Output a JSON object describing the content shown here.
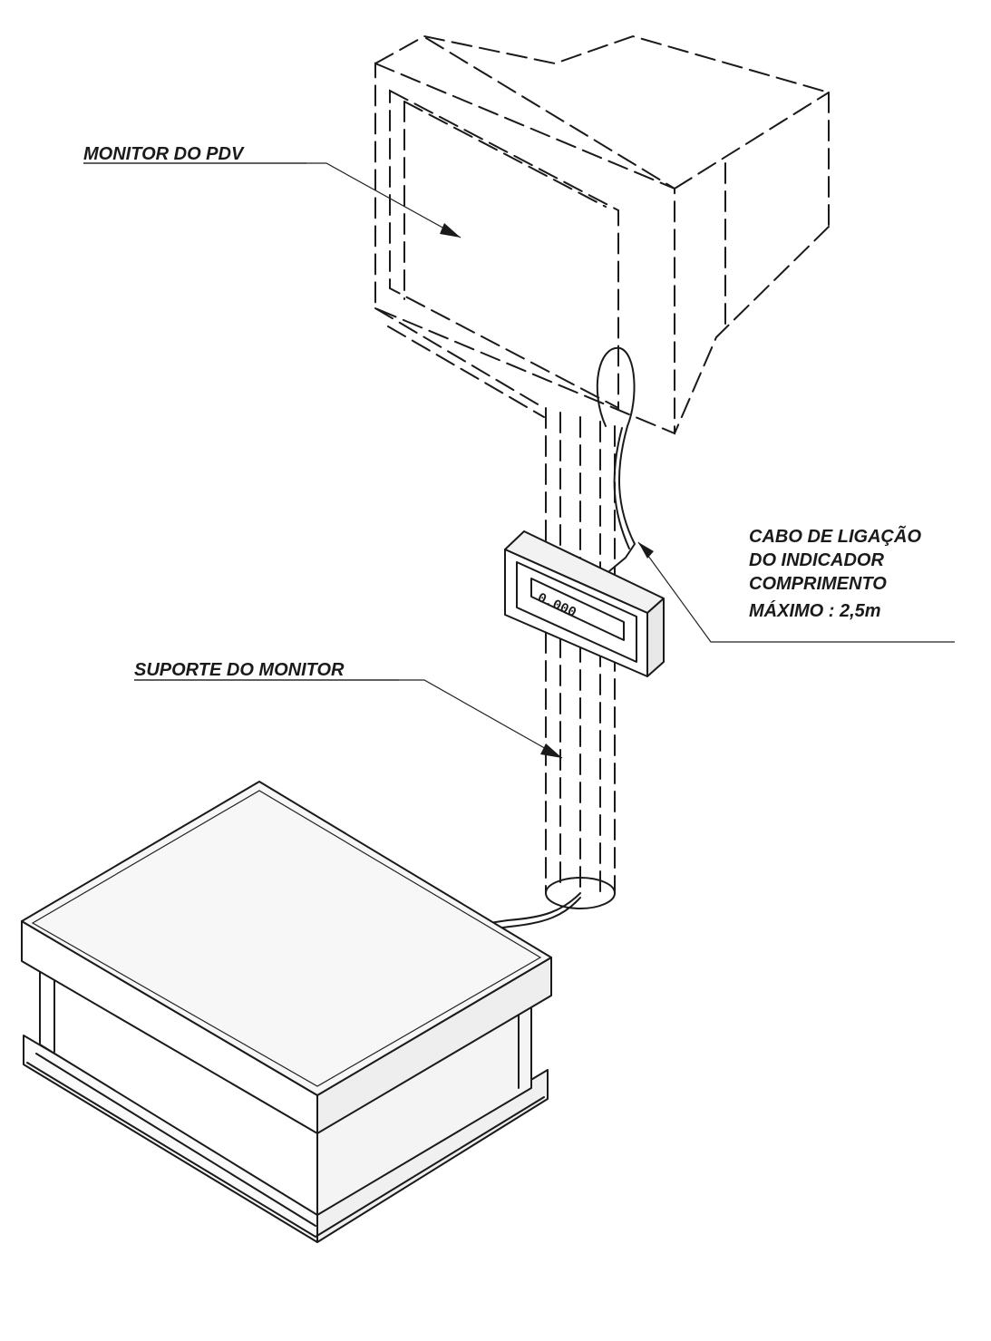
{
  "labels": {
    "monitor": "MONITOR DO PDV",
    "support": "SUPORTE DO MONITOR",
    "cable": [
      "CABO DE LIGAÇÃO",
      "DO INDICADOR",
      "COMPRIMENTO",
      "MÁXIMO : 2,5m"
    ]
  },
  "display_readout": "0.000"
}
